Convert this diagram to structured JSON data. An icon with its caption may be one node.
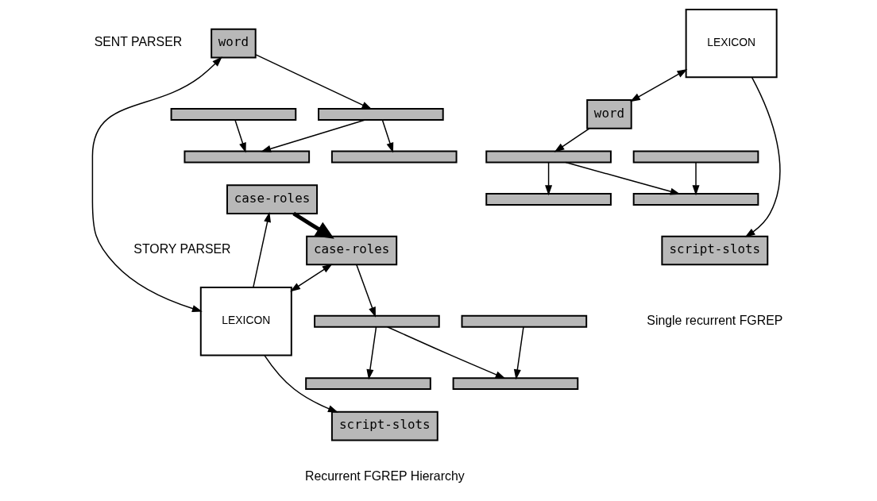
{
  "diagram": {
    "nodes": [
      {
        "text": [
          "word"
        ]
      },
      {
        "text": [],
        "shape": "bar"
      },
      {
        "text": [],
        "shape": "bar"
      },
      {
        "text": [],
        "shape": "bar"
      },
      {
        "text": [],
        "shape": "bar"
      },
      {
        "text": [
          "case-roles"
        ]
      },
      {
        "text": [
          "LEXICON"
        ]
      },
      {
        "text": [
          "case-roles"
        ]
      },
      {
        "text": [],
        "shape": "bar"
      },
      {
        "text": [],
        "shape": "bar"
      },
      {
        "text": [],
        "shape": "bar"
      },
      {
        "text": [],
        "shape": "bar"
      },
      {
        "text": [
          "script-slots"
        ]
      },
      {
        "text": [
          "word"
        ]
      },
      {
        "text": [],
        "shape": "bar"
      },
      {
        "text": [],
        "shape": "bar"
      },
      {
        "text": [],
        "shape": "bar"
      },
      {
        "text": [],
        "shape": "bar"
      },
      {
        "text": [
          "script-slots"
        ]
      },
      {
        "text": [
          "LEXICON"
        ]
      }
    ],
    "edges": [
      {
        "from": 0,
        "to": 1,
        "arrow": "to"
      },
      {
        "from": 1,
        "to": 2,
        "arrow": "to"
      },
      {
        "from": 1,
        "to": 4,
        "arrow": "to"
      },
      {
        "from": 3,
        "to": 4,
        "arrow": "to"
      },
      {
        "from": 6,
        "to": 0,
        "arrow": "both"
      },
      {
        "from": 6,
        "to": 5,
        "arrow": "to"
      },
      {
        "from": 5,
        "to": 7,
        "arrow": "to",
        "style": "thick"
      },
      {
        "from": 7,
        "to": 6,
        "arrow": "both"
      },
      {
        "from": 7,
        "to": 9,
        "arrow": "to"
      },
      {
        "from": 9,
        "to": 8,
        "arrow": "to"
      },
      {
        "from": 9,
        "to": 11,
        "arrow": "to"
      },
      {
        "from": 10,
        "to": 11,
        "arrow": "to"
      },
      {
        "from": 6,
        "to": 12,
        "arrow": "to"
      },
      {
        "from": 13,
        "to": 15,
        "arrow": "to"
      },
      {
        "from": 15,
        "to": 14,
        "arrow": "to"
      },
      {
        "from": 15,
        "to": 17,
        "arrow": "to"
      },
      {
        "from": 16,
        "to": 17,
        "arrow": "to"
      },
      {
        "from": 19,
        "to": 13,
        "arrow": "both"
      },
      {
        "from": 19,
        "to": 18,
        "arrow": "to"
      }
    ],
    "labels": [
      "SENT PARSER",
      "STORY PARSER",
      "Single recurrent FGREP",
      "Recurrent FGREP Hierarchy"
    ]
  }
}
